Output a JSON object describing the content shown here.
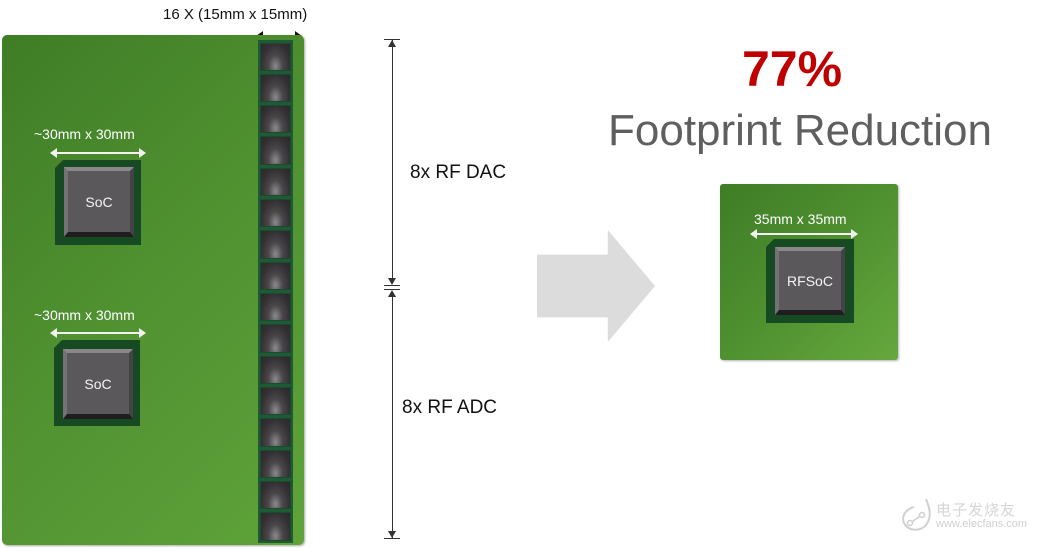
{
  "left_board": {
    "rf_chip_count": 16,
    "rf_chip_dimension_label": "16 X (15mm x 15mm)",
    "soc_chips": [
      {
        "label": "SoC",
        "dimension_label": "~30mm x 30mm"
      },
      {
        "label": "SoC",
        "dimension_label": "~30mm x 30mm"
      }
    ]
  },
  "vertical_labels": {
    "dac": "8x RF DAC",
    "adc": "8x RF ADC"
  },
  "headline": {
    "percent": "77%",
    "text": "Footprint Reduction"
  },
  "right_board": {
    "chip_label": "RFSoC",
    "dimension_label": "35mm x 35mm"
  },
  "colors": {
    "board_green": "#4f9030",
    "socket_green": "#174a22",
    "chip_gray": "#5b585b",
    "accent_red": "#c00000",
    "headline_gray": "#5f5f5f",
    "arrow_gray": "#dcdcdc"
  },
  "watermark": {
    "title": "电子发烧友",
    "url": "www.elecfans.com"
  }
}
